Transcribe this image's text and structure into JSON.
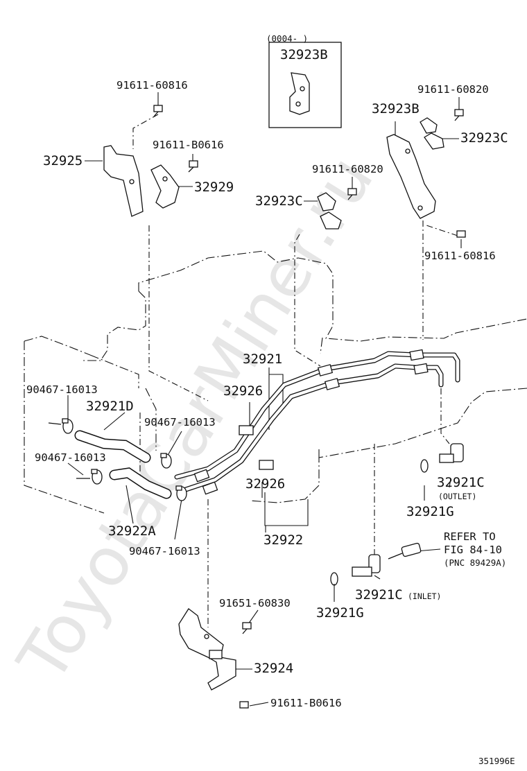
{
  "diagram_id": "351996E",
  "watermark": "ToyotaCarMiner.ru",
  "inset": {
    "range": "(0004-     )",
    "part": "32923B"
  },
  "labels": {
    "b_91611_60816_top": "91611-60816",
    "b_91611_B0616_top": "91611-B0616",
    "p_32925": "32925",
    "p_32929": "32929",
    "b_91611_60820_right": "91611-60820",
    "p_32923B": "32923B",
    "p_32923C_right": "32923C",
    "b_91611_60820_mid": "91611-60820",
    "p_32923C_mid": "32923C",
    "b_91611_60816_right": "91611-60816",
    "p_32921": "32921",
    "p_32926_top": "32926",
    "c_90467_16013_a": "90467-16013",
    "p_32921D": "32921D",
    "c_90467_16013_b": "90467-16013",
    "c_90467_16013_c": "90467-16013",
    "p_32922A": "32922A",
    "c_90467_16013_d": "90467-16013",
    "p_32926_bottom": "32926",
    "p_32922": "32922",
    "p_32921C_outlet": "32921C",
    "outlet_note": "(OUTLET)",
    "p_32921G_right": "32921G",
    "refer_line1": "REFER TO",
    "refer_line2": "FIG 84-10",
    "refer_line3": "(PNC 89429A)",
    "p_32921C_inlet": "32921C",
    "inlet_note": "(INLET)",
    "p_32921G_left": "32921G",
    "b_91651_60830": "91651-60830",
    "p_32924": "32924",
    "b_91611_B0616_bottom": "91611-B0616"
  }
}
